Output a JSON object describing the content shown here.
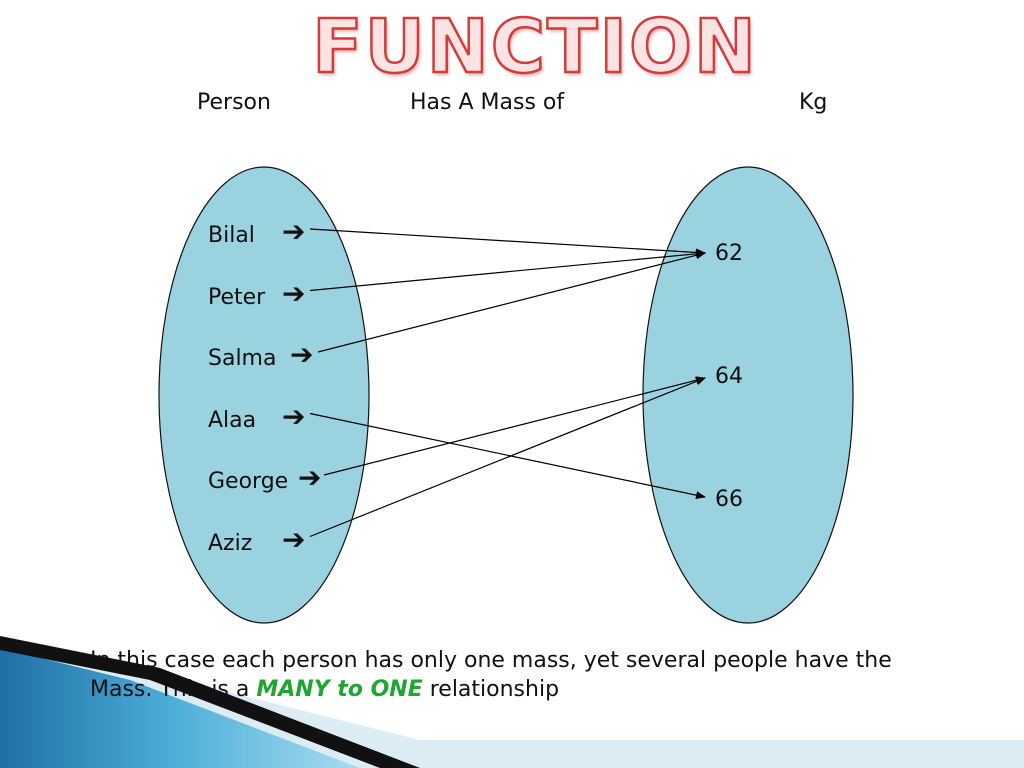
{
  "title": "FUNCTION",
  "headers": {
    "person": "Person",
    "relation": "Has A Mass of",
    "unit": "Kg"
  },
  "people": [
    "Bilal",
    "Peter",
    "Salma",
    "Alaa",
    "George",
    "Aziz"
  ],
  "masses": [
    "62",
    "64",
    "66"
  ],
  "mappings": [
    {
      "from": "Bilal",
      "to": "62"
    },
    {
      "from": "Peter",
      "to": "62"
    },
    {
      "from": "Salma",
      "to": "62"
    },
    {
      "from": "Alaa",
      "to": "66"
    },
    {
      "from": "George",
      "to": "64"
    },
    {
      "from": "Aziz",
      "to": "64"
    }
  ],
  "arrow_glyph": "➔",
  "caption": {
    "line1": "In this case each person has only one mass, yet several people have the",
    "line2_before": "Mass. This is a ",
    "highlight": "MANY to ONE",
    "line2_after": " relationship"
  },
  "colors": {
    "set_fill": "#9bd2e0",
    "title_stroke": "#d43b3b",
    "highlight": "#1fa631",
    "corner_blue": "#2f8fc4",
    "corner_dark": "#0f0f0f"
  }
}
